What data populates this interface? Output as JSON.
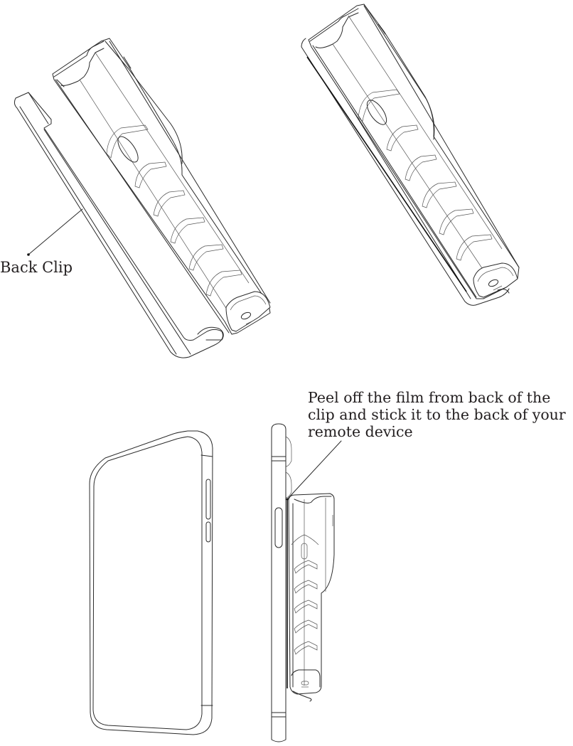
{
  "diagram": {
    "type": "assembly-instruction",
    "style": "black line art on white",
    "panels": [
      {
        "id": "panel-1",
        "position": "top-left",
        "description": "Remote holder shown separated from back clip",
        "callout": "Back Clip"
      },
      {
        "id": "panel-2",
        "position": "top-right",
        "description": "Remote holder assembled with back clip attached"
      },
      {
        "id": "panel-3",
        "position": "bottom-left",
        "description": "Remote device (front view)"
      },
      {
        "id": "panel-4",
        "position": "bottom-right",
        "description": "Remote device side view with clip holder attached to its back",
        "callout_lines": [
          "Peel off the film from back of the",
          "clip and stick it to the back of your",
          "remote device"
        ]
      }
    ]
  },
  "labels": {
    "back_clip": "Back Clip",
    "peel_instruction": [
      "Peel off the film from back of the",
      "clip and stick it to the back of your",
      "remote device"
    ]
  },
  "colors": {
    "line": "#2a2a2a",
    "text": "#231f20",
    "background": "#ffffff"
  }
}
